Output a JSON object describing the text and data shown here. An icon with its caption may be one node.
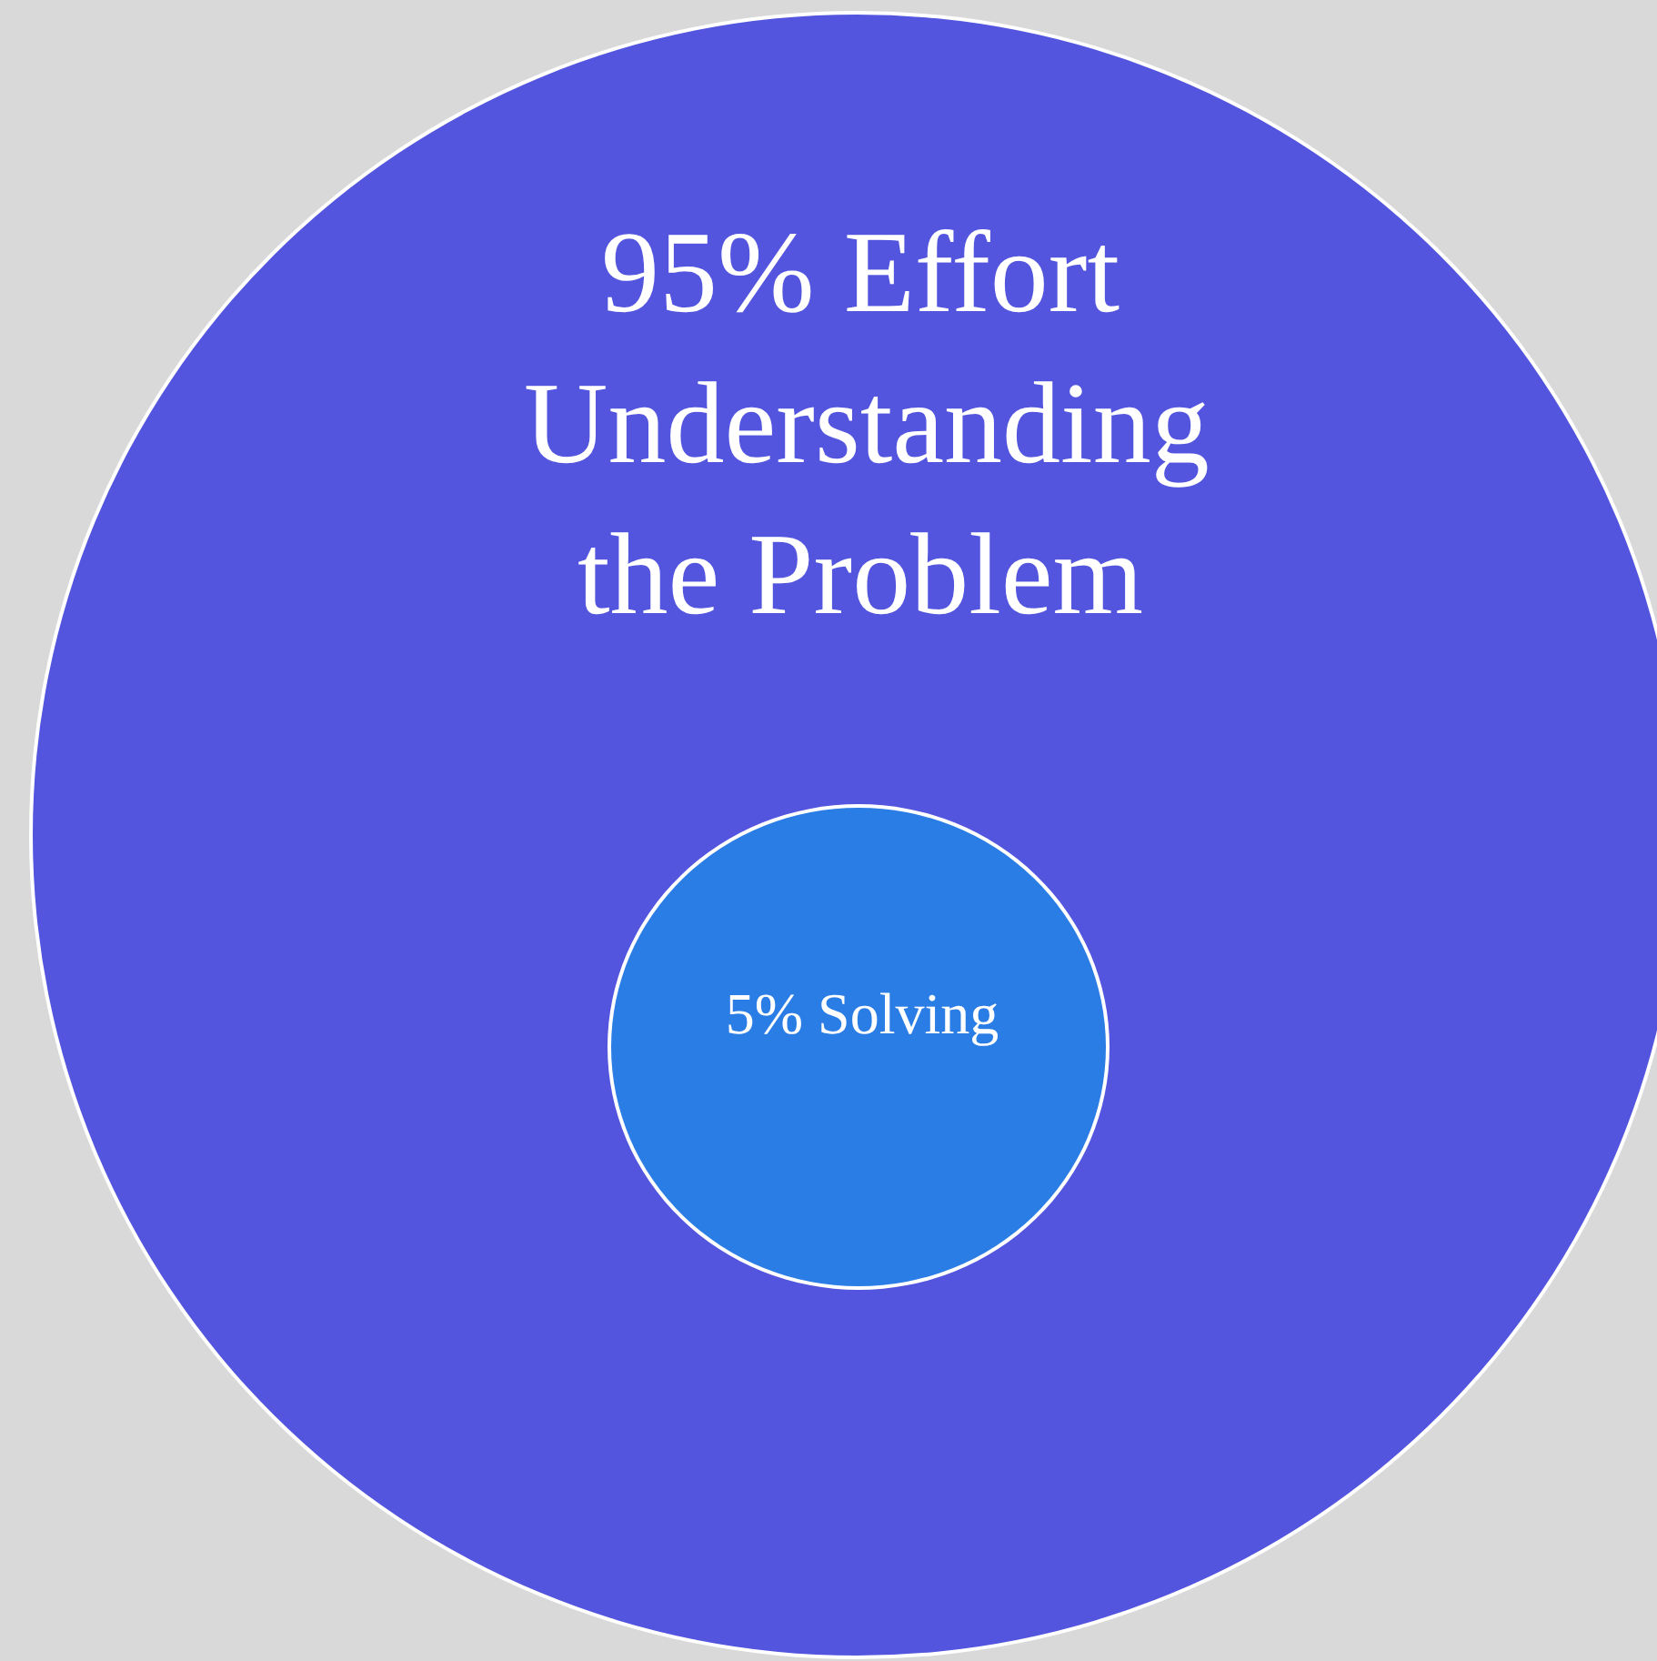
{
  "diagram": {
    "nodes": [
      {
        "text": [
          "95% Effort Understanding the Problem"
        ]
      },
      {
        "text": [
          "5% Solving"
        ],
        "in": 0
      }
    ]
  }
}
